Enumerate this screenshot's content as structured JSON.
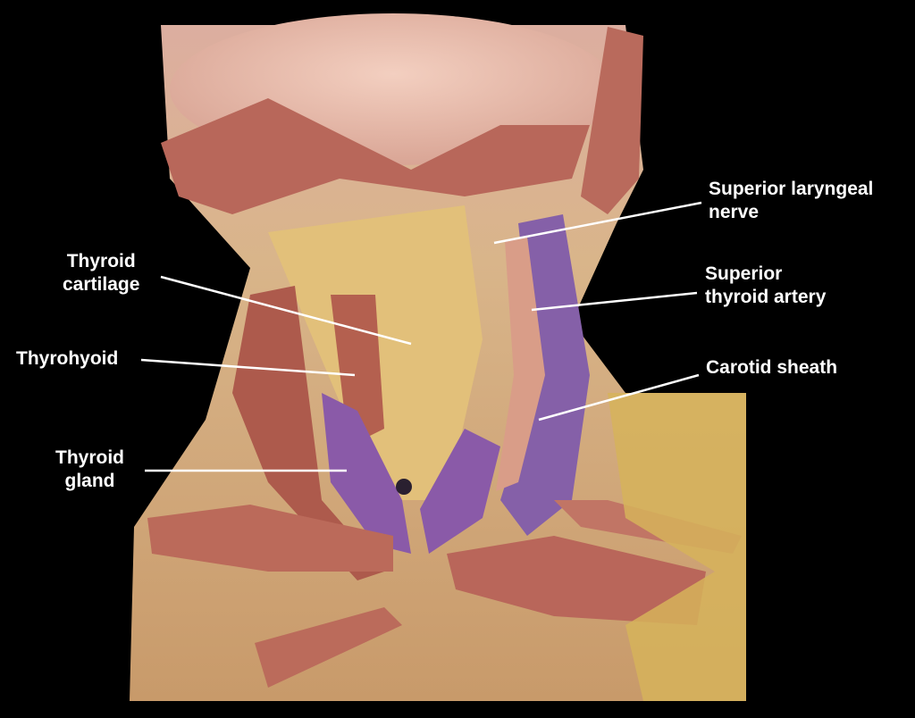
{
  "figure": {
    "subject": "neck-dissection-photo",
    "labels": {
      "superior_laryngeal_nerve": "Superior laryngeal\nnerve",
      "superior_thyroid_artery": "Superior\nthyroid artery",
      "carotid_sheath": "Carotid sheath",
      "thyroid_cartilage": "Thyroid\ncartilage",
      "thyrohyoid": "Thyrohyoid",
      "thyroid_gland": "Thyroid\ngland"
    },
    "colors": {
      "background": "#000000",
      "label_text": "#ffffff",
      "leader_line": "#ffffff",
      "skin": "#e8b9a8",
      "muscle": "#b85e52",
      "fat": "#e3c26e",
      "thyroid": "#8a5aa8"
    }
  }
}
